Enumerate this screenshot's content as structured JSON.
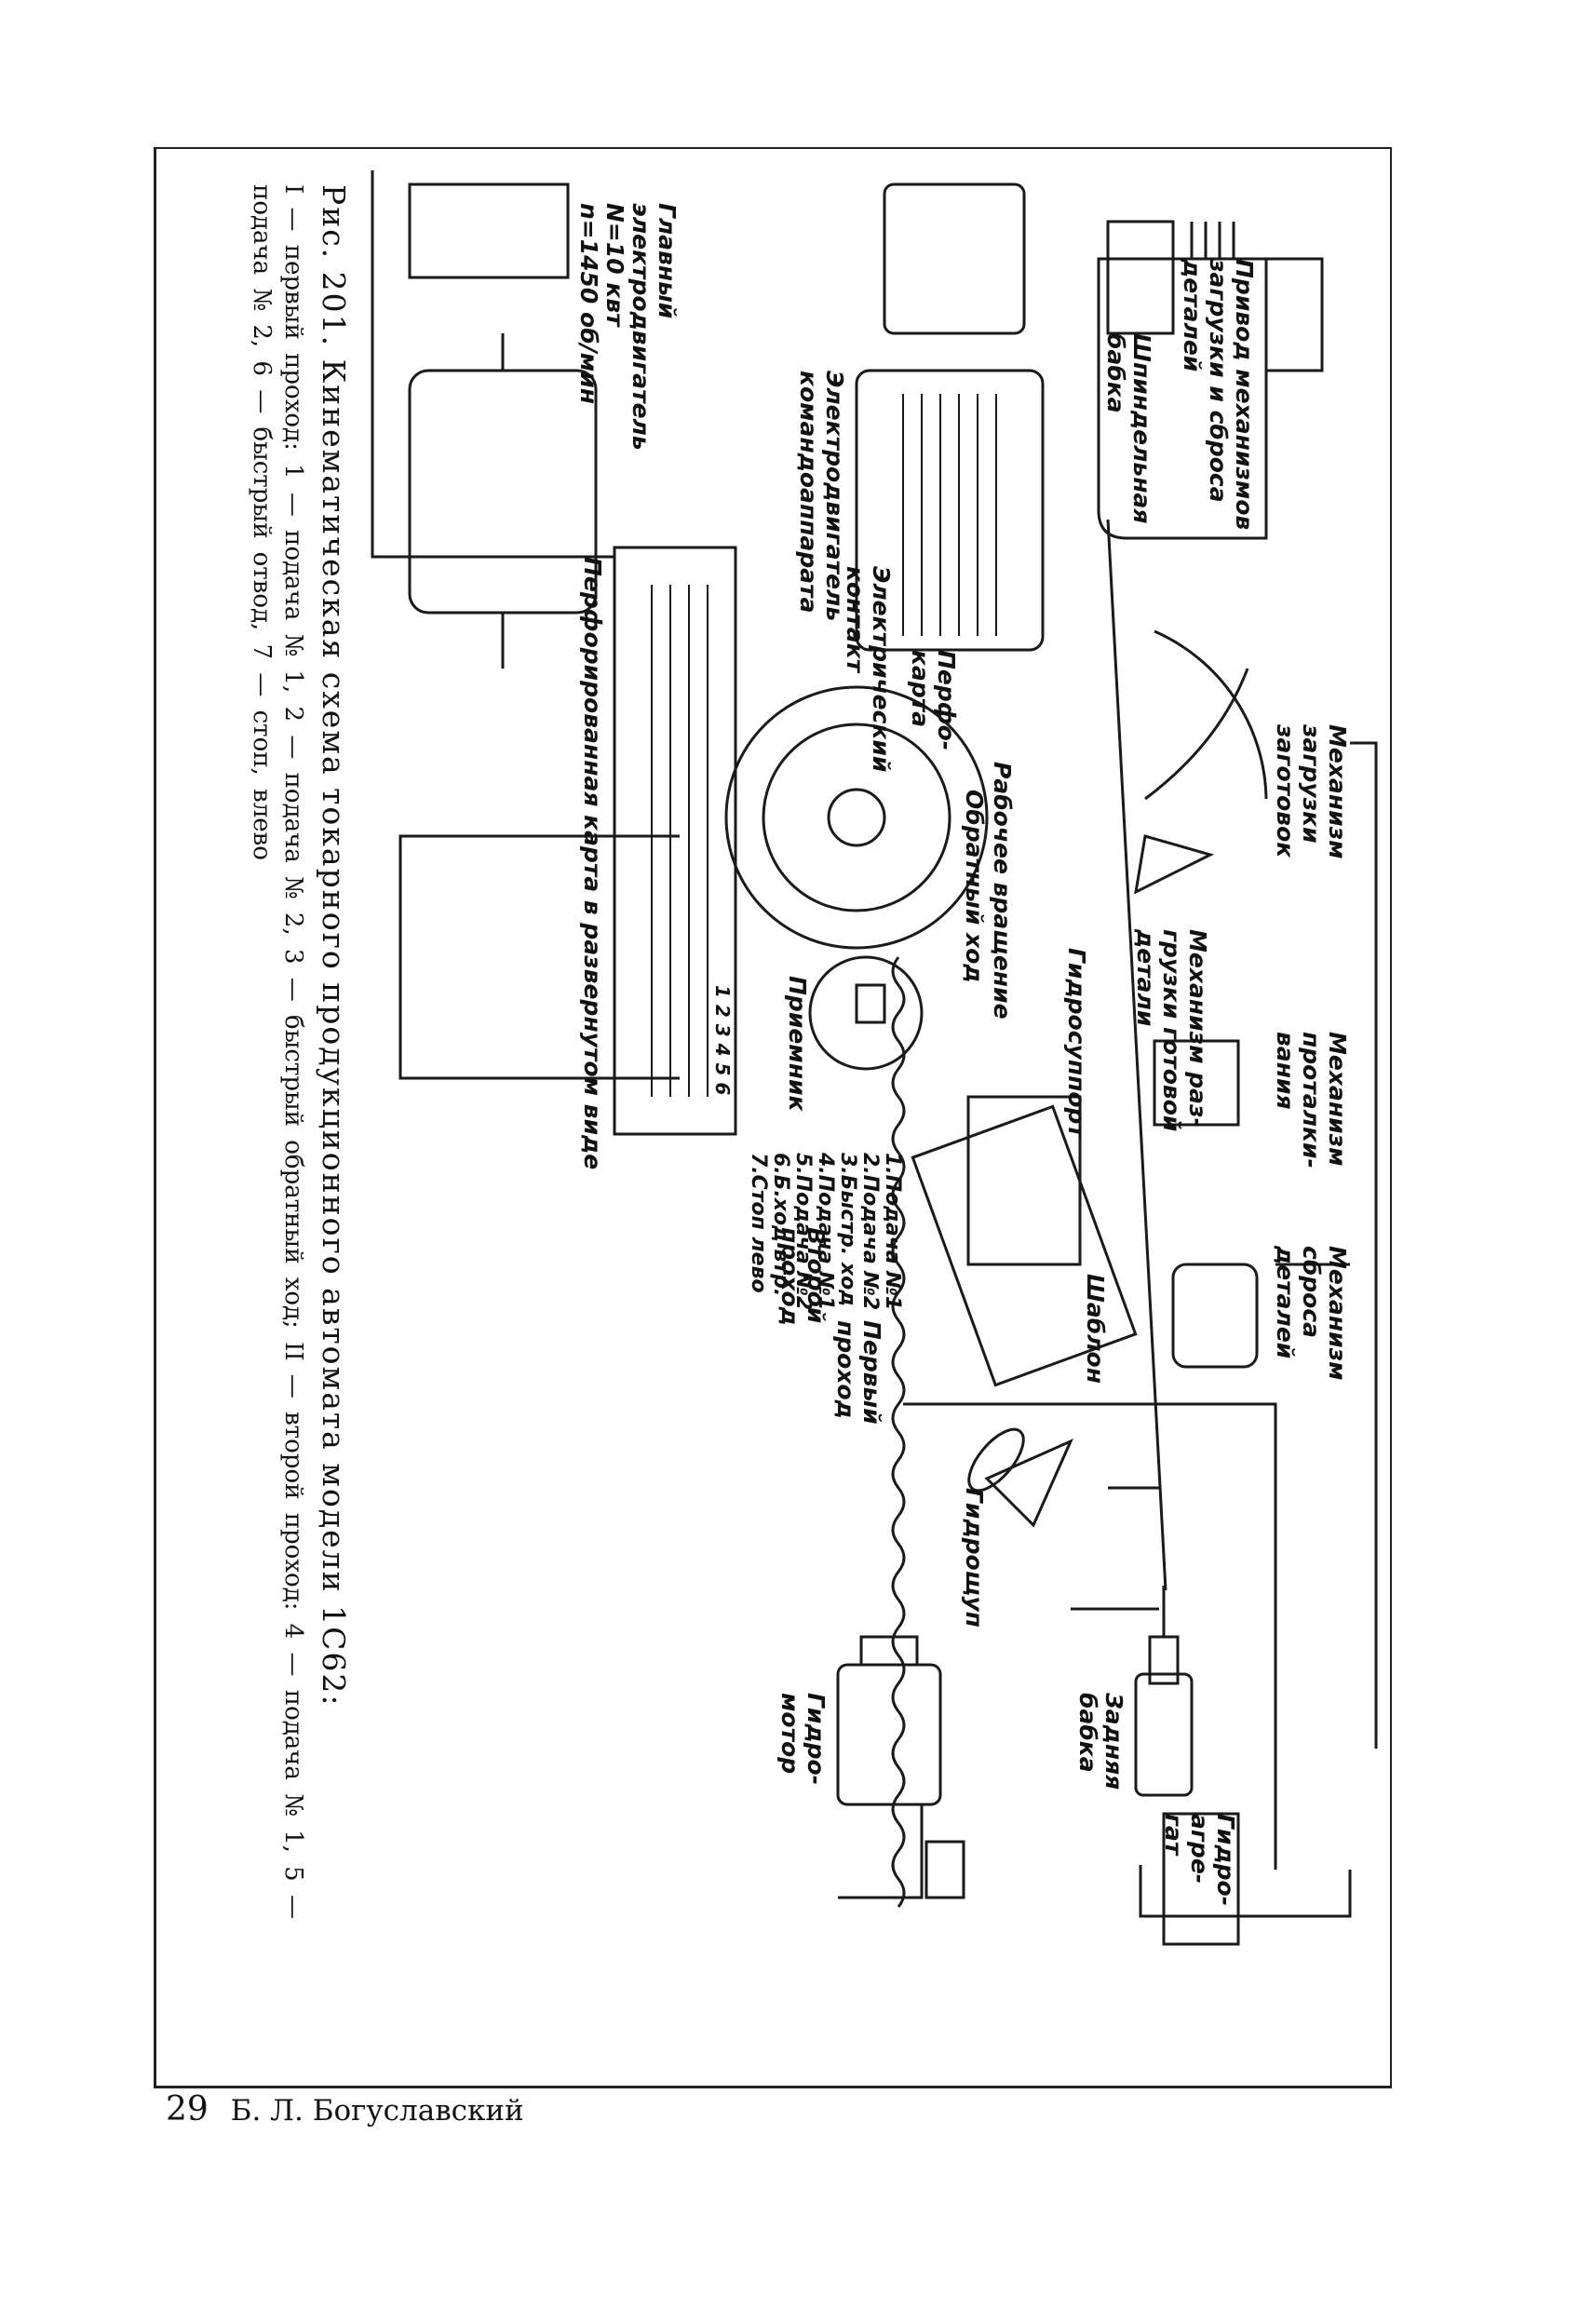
{
  "labels": {
    "hydro_aggregate": "Гидро-\nагре-\nгат",
    "tailstock": "Задняя\nбабка",
    "hydro_motor": "Гидро-\nмотор",
    "hydro_probe": "Гидрощуп",
    "unload_mechanism": "Механизм\nсброса\nдеталей",
    "template": "Шаблон",
    "push_mechanism": "Механизм\nпроталки-\nвания",
    "unload_ready_mechanism": "Механизм раз-\nгрузки готовой\nдетали",
    "load_mechanism": "Механизм\nзагрузки\nзаготовок",
    "hydro_support": "Гидросуппорт",
    "working_rotation": "Рабочее вращение",
    "reverse_stroke": "Обратный ход",
    "receiver": "Приемник",
    "punch_card": "Перфо-\nкарта",
    "el_contact": "Электрический\nконтакт",
    "unrolled_card": "Перфорированная карта в развернутом виде",
    "drive_mechanisms": "Привод механизмов\nзагрузки и сброса\nдеталей",
    "spindle_head": "Шпиндельная\nбабка",
    "cmd_motor": "Электродвигатель\nкомандоаппарата",
    "main_motor": "Главный\nэлектродвигатель\nN=10 квт\nn=1450 об/мин",
    "card_list": "1.Подача №1\n2.Подача №2\n3.Быстр. ход\n4.Подача №1\n5.Подача №2\n6.Б.ход втр.\n7.Стоп лево",
    "first_pass": "Первый\nпроход",
    "second_pass": "Второй\nпроход",
    "card_nums": "1 2 3 4 5 6"
  },
  "caption": {
    "title": "Рис. 201. Кинематическая схема токарного продукционного автомата модели 1С62:",
    "legend": "I — первый проход: 1 — подача № 1, 2 — подача № 2, 3 — быстрый обратный ход; II — второй проход: 4 — подача № 1, 5 — подача № 2, 6 — быстрый отвод, 7 — стоп, влево"
  },
  "footer": {
    "page_number": "29",
    "author": "Б. Л. Богуславский"
  }
}
